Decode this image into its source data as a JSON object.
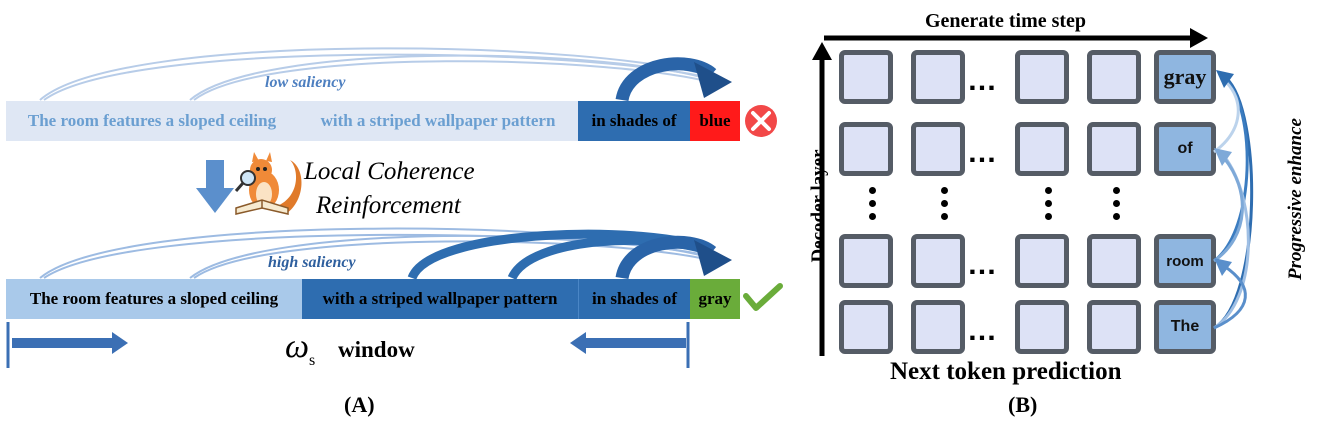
{
  "panel_a": {
    "top": {
      "annotation": "low saliency",
      "seg1": "The room features a sloped ceiling",
      "seg2": "with a striped wallpaper pattern",
      "seg3": "in shades of",
      "token": "blue"
    },
    "method": {
      "line1": "Local Coherence",
      "line2": "Reinforcement"
    },
    "bottom": {
      "annotation": "high saliency",
      "seg1": "The room features a sloped ceiling",
      "seg2": "with a striped wallpaper pattern",
      "seg3": "in shades of",
      "token": "gray"
    },
    "window_symbol": "ω",
    "window_subscript": "s",
    "window_label": "window",
    "caption": "(A)"
  },
  "panel_b": {
    "top_label": "Generate time step",
    "left_label": "Decoder layer",
    "bottom_label": "Next token prediction",
    "right_label": "Progressive enhance",
    "tokens": [
      "gray",
      "of",
      "room",
      "The"
    ],
    "ellipsis": "…",
    "caption": "(B)"
  },
  "colors": {
    "light_bar": "#dfe7f4",
    "light_text": "#6b9fd1",
    "mid_bar": "#a9c9ea",
    "dark_bar": "#2e6db0",
    "error_red": "#ff1a1a",
    "ok_green": "#6aac3a",
    "cell_fill": "#dde2f6",
    "cell_highlight": "#8fb6e0",
    "cell_border": "#555c66"
  }
}
